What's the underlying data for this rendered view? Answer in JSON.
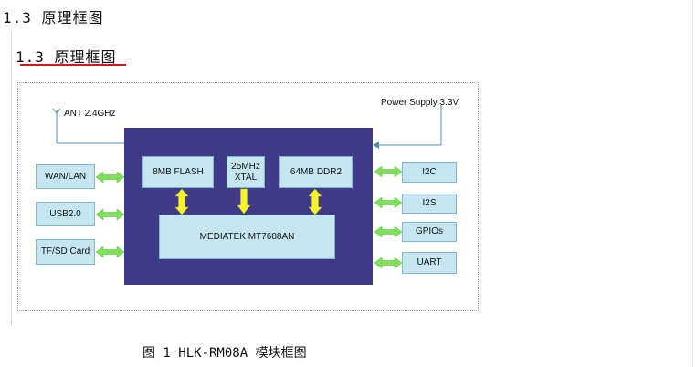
{
  "heading": {
    "top": "1.3 原理框图",
    "inner": "1.3 原理框图"
  },
  "diagram": {
    "antenna_label": "ANT 2.4GHz",
    "power_label": "Power Supply 3.3V",
    "left_ports": [
      "WAN/LAN",
      "USB2.0",
      "TF/SD Card"
    ],
    "right_ports": [
      "I2C",
      "I2S",
      "GPIOs",
      "UART"
    ],
    "flash": "8MB FLASH",
    "xtal_freq": "25MHz",
    "xtal_label": "XTAL",
    "ddr": "64MB DDR2",
    "soc": "MEDIATEK MT7688AN"
  },
  "caption": "图 1 HLK-RM08A 模块框图",
  "colors": {
    "chip_bg": "#3f3a87",
    "box_bg": "#c5e6f0",
    "arrow_green": "#7ee05a",
    "arrow_yellow": "#f6f42c",
    "underline_red": "#cc1b1b",
    "line_blue": "#4d8fb0"
  }
}
